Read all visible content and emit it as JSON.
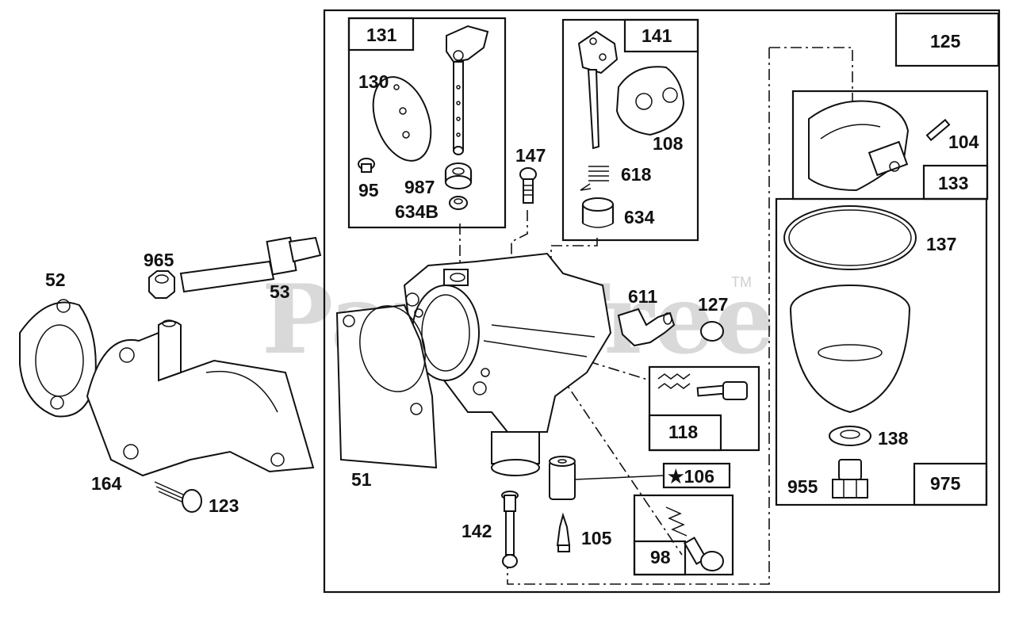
{
  "watermark": {
    "text": "PartsTree",
    "trademark": "TM"
  },
  "boxed_labels": {
    "b131": "131",
    "b141": "141",
    "b125": "125",
    "b133": "133",
    "b118": "118",
    "b106": "★106",
    "b98": "98",
    "b975": "975"
  },
  "part_labels": {
    "p130": "130",
    "p95": "95",
    "p987": "987",
    "p634B": "634B",
    "p108": "108",
    "p618": "618",
    "p634": "634",
    "p147": "147",
    "p104": "104",
    "p137": "137",
    "p138": "138",
    "p955": "955",
    "p965": "965",
    "p53": "53",
    "p52": "52",
    "p164": "164",
    "p123": "123",
    "p51": "51",
    "p611": "611",
    "p127": "127",
    "p142": "142",
    "p105": "105"
  }
}
